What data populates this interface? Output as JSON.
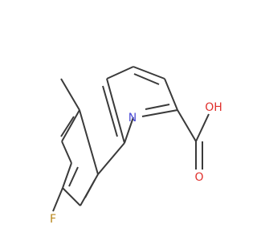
{
  "molecule": {
    "atoms": {
      "nitrogen": "N",
      "hydroxyl": "OH",
      "carbonyl_oxygen": "O",
      "fluorine": "F"
    },
    "colors": {
      "bond": "#3a3a3a",
      "nitrogen": "#4a4ad6",
      "oxygen": "#e0312d",
      "fluorine": "#b8861b"
    }
  }
}
